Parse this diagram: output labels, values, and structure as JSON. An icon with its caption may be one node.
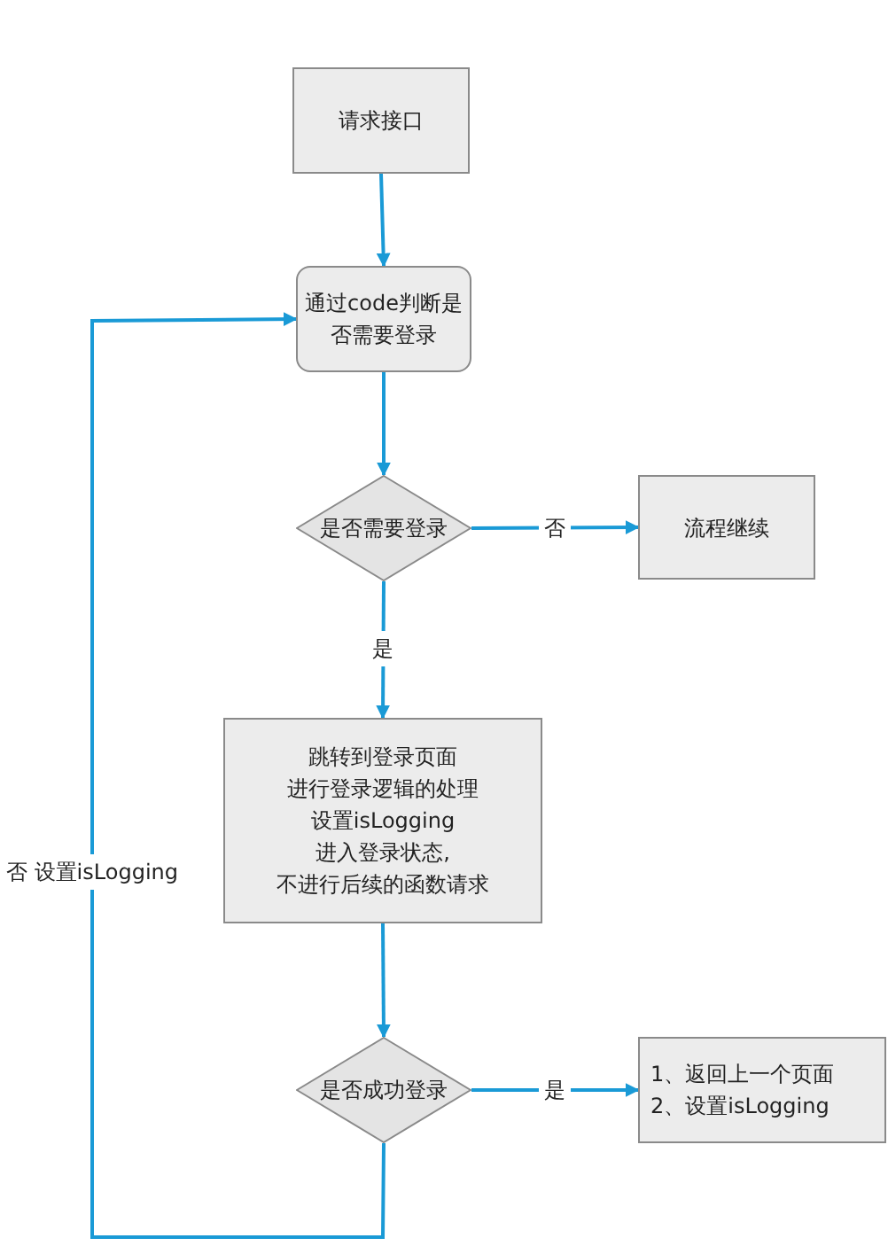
{
  "diagram": {
    "nodes": [
      {
        "text": [
          "请求接口"
        ]
      },
      {
        "text": [
          "通过code判断是否需要登录"
        ]
      },
      {
        "text": [
          "是否需要登录"
        ]
      },
      {
        "text": [
          "流程继续"
        ]
      },
      {
        "text": [
          "跳转到登录页面",
          "进行登录逻辑的处理",
          "设置isLogging",
          "进入登录状态,",
          "不进行后续的函数请求"
        ]
      },
      {
        "text": [
          "是否成功登录"
        ]
      },
      {
        "text": [
          "1、返回上一个页面",
          "2、设置isLogging"
        ]
      }
    ],
    "edges": [
      {
        "from": 0,
        "to": 1,
        "arrow": "to"
      },
      {
        "from": 1,
        "to": 2,
        "arrow": "to"
      },
      {
        "from": 2,
        "to": 3,
        "arrow": "to",
        "label": "否"
      },
      {
        "from": 2,
        "to": 4,
        "arrow": "to",
        "label": "是"
      },
      {
        "from": 4,
        "to": 5,
        "arrow": "to"
      },
      {
        "from": 5,
        "to": 6,
        "arrow": "to",
        "label": "是"
      },
      {
        "from": 5,
        "to": 1,
        "arrow": "to",
        "label": "否 设置isLogging"
      }
    ]
  }
}
